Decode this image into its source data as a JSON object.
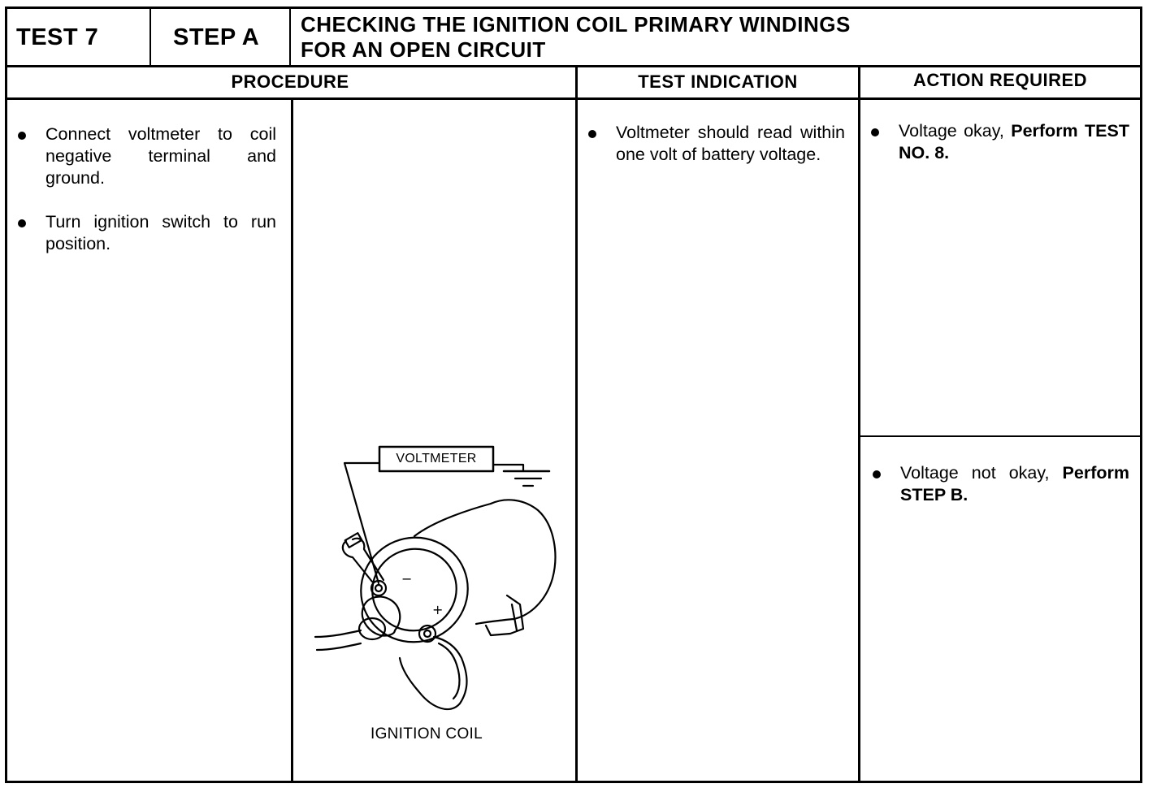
{
  "header": {
    "test_label": "TEST 7",
    "step_label": "STEP A",
    "title_line1": "CHECKING THE IGNITION COIL PRIMARY WINDINGS",
    "title_line2": "FOR AN OPEN CIRCUIT"
  },
  "columns": {
    "procedure": "PROCEDURE",
    "test_indication": "TEST INDICATION",
    "action_required": "ACTION REQUIRED"
  },
  "procedure": {
    "steps": [
      "Connect voltmeter to coil negative terminal and ground.",
      "Turn ignition switch to run position."
    ]
  },
  "figure": {
    "meter_label": "VOLTMETER",
    "caption": "IGNITION COIL"
  },
  "test_indication": {
    "text": "Voltmeter should read within one volt of battery voltage."
  },
  "actions": [
    {
      "prefix": "Voltage okay, ",
      "bold": "Perform TEST NO. 8."
    },
    {
      "prefix": "Voltage not okay, ",
      "bold": "Perform STEP B."
    }
  ]
}
